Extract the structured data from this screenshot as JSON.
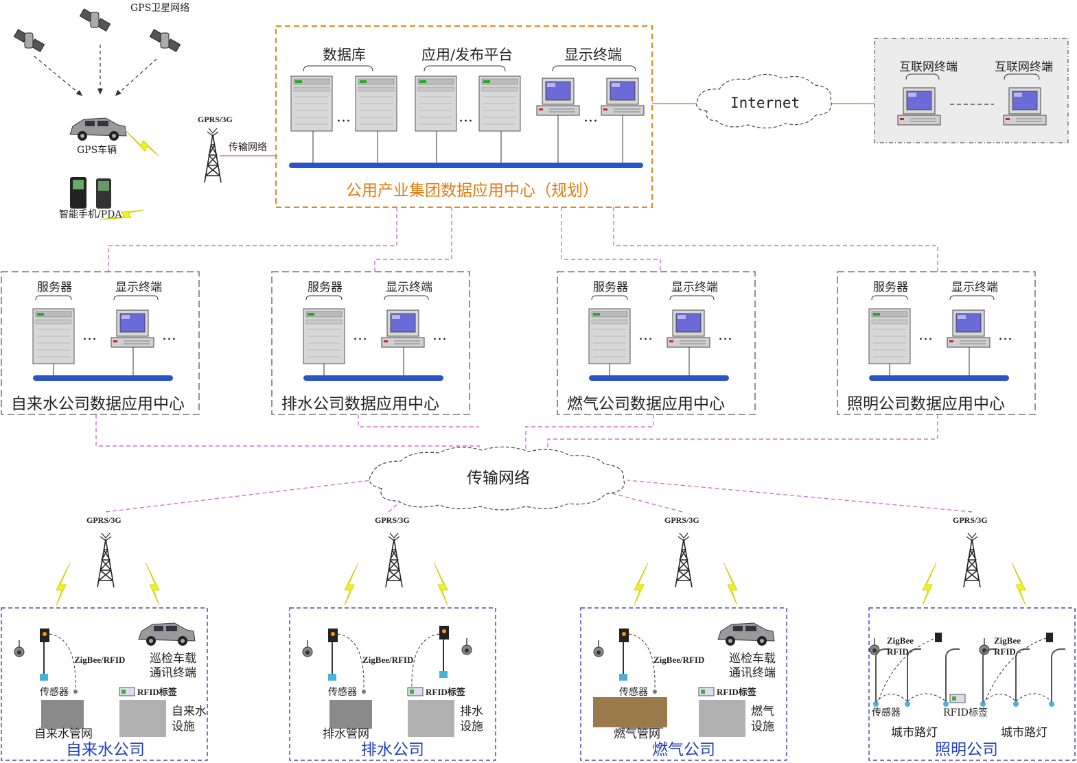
{
  "top": {
    "gps_network": "GPS卫星网络",
    "gps_vehicle": "GPS车辆",
    "smartphone_pda": "智能手机/PDA",
    "gprs_3g": "GPRS/3G",
    "transmission_network": "传输网络",
    "center": {
      "database": "数据库",
      "platform": "应用/发布平台",
      "display_terminal": "显示终端",
      "title": "公用产业集团数据应用中心（规划）"
    },
    "internet": "Internet",
    "internet_terminal_1": "互联网终端",
    "internet_terminal_2": "互联网终端"
  },
  "data_centers": [
    {
      "server": "服务器",
      "display": "显示终端",
      "title": "自来水公司数据应用中心"
    },
    {
      "server": "服务器",
      "display": "显示终端",
      "title": "排水公司数据应用中心"
    },
    {
      "server": "服务器",
      "display": "显示终端",
      "title": "燃气公司数据应用中心"
    },
    {
      "server": "服务器",
      "display": "显示终端",
      "title": "照明公司数据应用中心"
    }
  ],
  "transmission_cloud": "传输网络",
  "towers": [
    "GPRS/3G",
    "GPRS/3G",
    "GPRS/3G",
    "GPRS/3G"
  ],
  "companies": {
    "water": {
      "zigbee": "ZigBee/RFID",
      "vehicle": "巡检车载\n通讯终端",
      "sensor": "传感器",
      "rfid": "RFID标签",
      "facility": "自来水\n设施",
      "pipe": "自来水管网",
      "title": "自来水公司"
    },
    "drainage": {
      "zigbee": "ZigBee/RFID",
      "sensor": "传感器",
      "rfid": "RFID标签",
      "facility": "排水\n设施",
      "pipe": "排水管网",
      "title": "排水公司"
    },
    "gas": {
      "zigbee": "ZigBee/RFID",
      "vehicle": "巡检车载\n通讯终端",
      "sensor": "传感器",
      "rfid": "RFID标签",
      "facility": "燃气\n设施",
      "pipe": "燃气管网",
      "title": "燃气公司"
    },
    "lighting": {
      "zigbee_1": "ZigBee\nRFID",
      "zigbee_2": "ZigBee\nRFID",
      "sensor": "传感器",
      "rfid": "RFID标签",
      "streetlight_1": "城市路灯",
      "streetlight_2": "城市路灯",
      "title": "照明公司"
    }
  },
  "colors": {
    "orange_border": "#e08a20",
    "blue_border": "#4a4ab8",
    "magenta_link": "#d070d0",
    "bus": "#2a55c8",
    "lightning": "#f2f21a"
  }
}
